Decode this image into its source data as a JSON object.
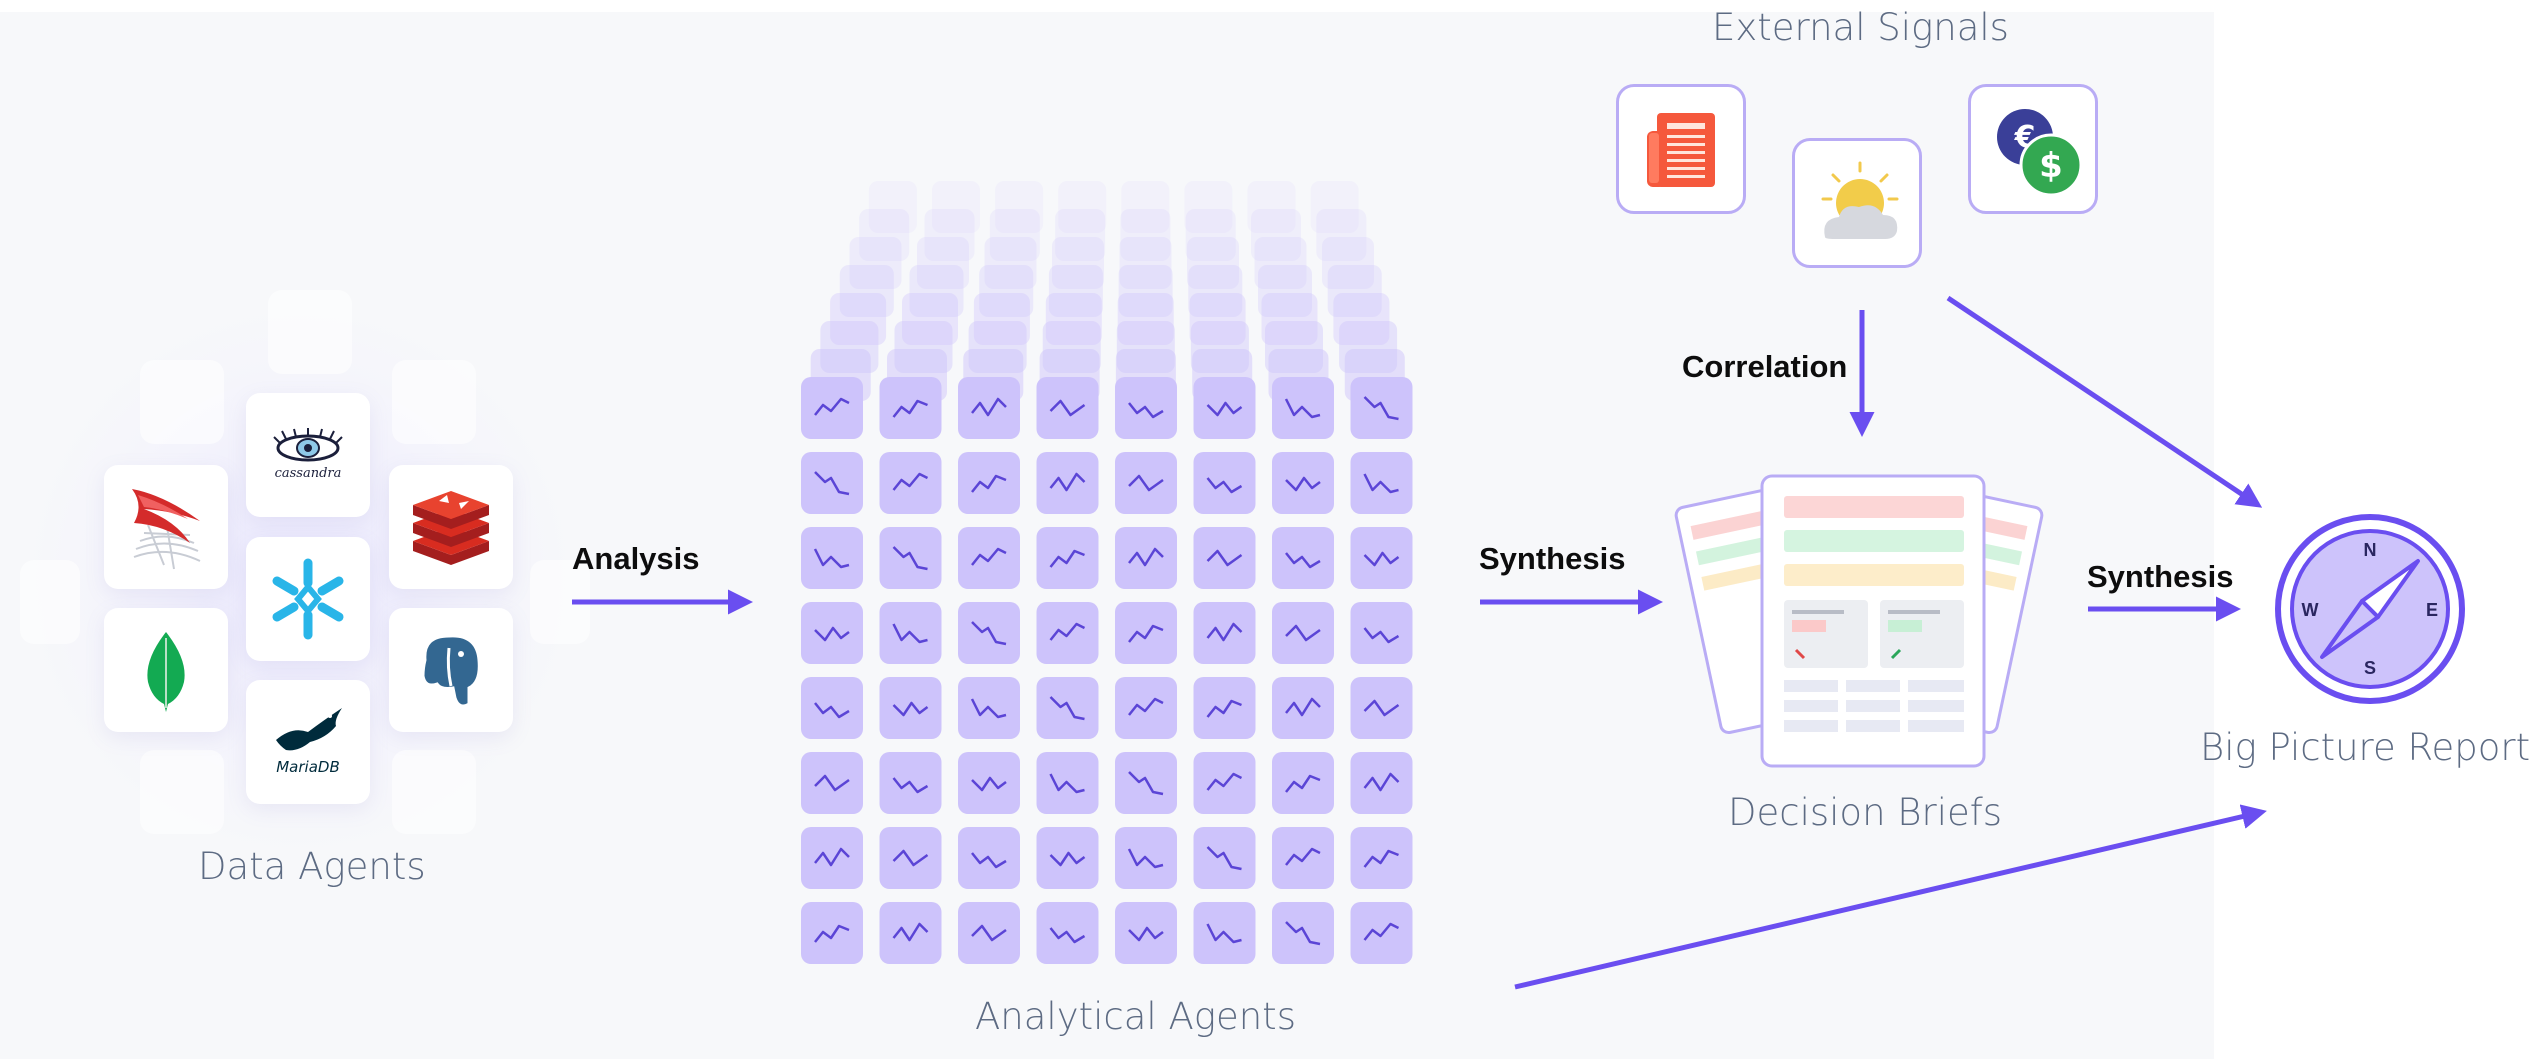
{
  "nodes": {
    "data_agents": {
      "label": "Data Agents",
      "logos": [
        "sql-server-logo",
        "cassandra-logo",
        "redis-logo",
        "mongodb-logo",
        "snowflake-logo",
        "postgresql-logo",
        "mariadb-logo"
      ],
      "cassandra_text": "cassandra",
      "mariadb_text": "MariaDB"
    },
    "analytical_agents": {
      "label": "Analytical Agents",
      "grid_rows": 8,
      "grid_cols": 8
    },
    "external_signals": {
      "label": "External Signals",
      "icons": [
        "newspaper-icon",
        "weather-icon",
        "currency-icon"
      ]
    },
    "decision_briefs": {
      "label": "Decision Briefs"
    },
    "big_picture_report": {
      "label": "Big Picture Report",
      "compass": {
        "n": "N",
        "e": "E",
        "s": "S",
        "w": "W"
      }
    }
  },
  "edges": {
    "analysis": "Analysis",
    "synthesis_1": "Synthesis",
    "synthesis_2": "Synthesis",
    "correlation": "Correlation"
  },
  "colors": {
    "accent": "#6a4ef0",
    "tile_fill": "#cdc3fb",
    "tile_stroke": "#5b45d6",
    "label_gray": "#5d6b83",
    "background": "#f7f8fa"
  }
}
